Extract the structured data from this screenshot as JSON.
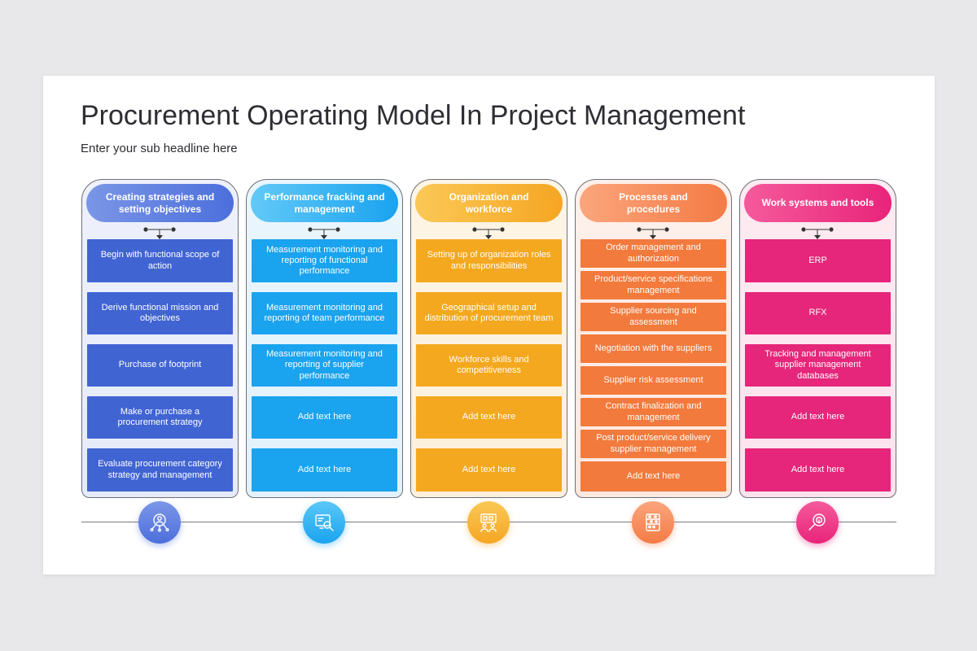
{
  "title": "Procurement Operating Model In Project Management",
  "subtitle": "Enter your sub headline here",
  "columns": [
    {
      "heading": "Creating strategies and setting objectives",
      "color": "#4164d3",
      "icon": "people-network-icon",
      "items": [
        "Begin with functional scope of action",
        "Derive functional mission and objectives",
        "Purchase of footprint",
        "Make or purchase a procurement strategy",
        "Evaluate procurement category strategy and management"
      ]
    },
    {
      "heading": "Performance fracking and management",
      "color": "#1aa3ee",
      "icon": "monitor-search-icon",
      "items": [
        "Measurement monitoring and reporting of functional performance",
        "Measurement monitoring and reporting of team performance",
        "Measurement monitoring and reporting of supplier performance",
        "Add text here",
        "Add text here"
      ]
    },
    {
      "heading": "Organization and workforce",
      "color": "#f4a81f",
      "icon": "team-presentation-icon",
      "items": [
        "Setting up of organization roles and responsibilities",
        "Geographical setup and distribution of procurement team",
        "Workforce skills and competitiveness",
        "Add text here",
        "Add text here"
      ]
    },
    {
      "heading": "Processes and procedures",
      "color": "#f27a3c",
      "icon": "abacus-icon",
      "items": [
        "Order management and authorization",
        "Product/service specifications management",
        "Supplier sourcing and assessment",
        "Negotiation with the suppliers",
        "Supplier risk assessment",
        "Contract finalization and management",
        "Post product/service delivery supplier management",
        "Add text here"
      ]
    },
    {
      "heading": "Work systems and tools",
      "color": "#e5267a",
      "icon": "magnifier-cube-icon",
      "items": [
        "ERP",
        "RFX",
        "Tracking and management supplier management databases",
        "Add text here",
        "Add text here"
      ]
    }
  ]
}
